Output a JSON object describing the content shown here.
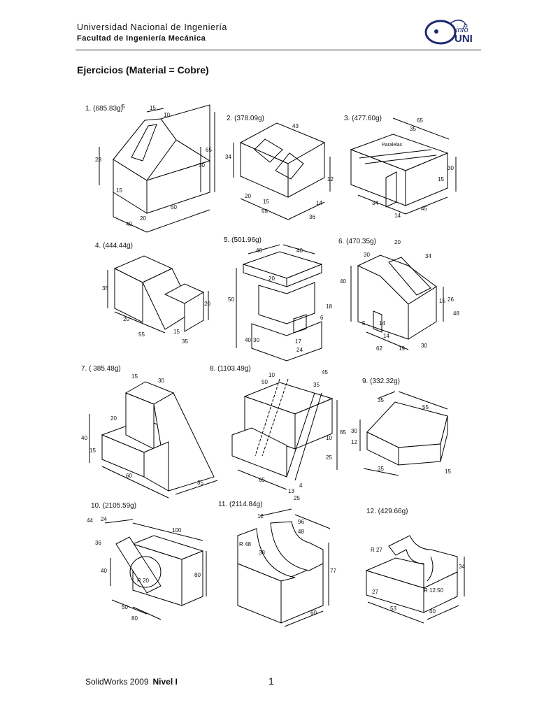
{
  "header": {
    "university": "Universidad Nacional de Ingeniería",
    "faculty": "Facultad de Ingeniería Mecánica",
    "logo_small": "info",
    "logo_big": "UNI",
    "colors": {
      "logo_navy": "#1c2a6e"
    }
  },
  "title": "Ejercicios (Material = Cobre)",
  "exercises": [
    {
      "label": "1. (685.83g)",
      "dims": [
        "5",
        "15",
        "10",
        "65",
        "28",
        "30",
        "15",
        "50",
        "20",
        "40"
      ]
    },
    {
      "label": "2. (378.09g)",
      "dims": [
        "43",
        "34",
        "12",
        "20",
        "15",
        "55",
        "36",
        "14"
      ]
    },
    {
      "label": "3. (477.60g)",
      "dims": [
        "65",
        "35",
        "30",
        "15",
        "34",
        "14",
        "45"
      ],
      "note": "Paralelas"
    },
    {
      "label": "4. (444.44g)",
      "dims": [
        "35",
        "20",
        "20",
        "55",
        "15",
        "35"
      ]
    },
    {
      "label": "5. (501.96g)",
      "dims": [
        "40",
        "40",
        "20",
        "50",
        "18",
        "6",
        "40",
        "30",
        "17",
        "24"
      ]
    },
    {
      "label": "6. (470.35g)",
      "dims": [
        "20",
        "30",
        "34",
        "40",
        "15",
        "26",
        "48",
        "5",
        "14",
        "14",
        "19",
        "62",
        "30"
      ]
    },
    {
      "label": "7. ( 385.48g)",
      "dims": [
        "15",
        "30",
        "20",
        "40",
        "15",
        "60",
        "35"
      ]
    },
    {
      "label": "8. (1103.49g)",
      "dims": [
        "10",
        "45",
        "50",
        "35",
        "65",
        "10",
        "25",
        "65",
        "13",
        "4",
        "25"
      ]
    },
    {
      "label": "9. (332.32g)",
      "dims": [
        "35",
        "55",
        "30",
        "12",
        "35",
        "15"
      ]
    },
    {
      "label": "10. (2105.59g)",
      "dims": [
        "44",
        "24",
        "100",
        "36",
        "40",
        "R 20",
        "80",
        "50",
        "80"
      ]
    },
    {
      "label": "11. (2114.84g)",
      "dims": [
        "12",
        "96",
        "48",
        "R 48",
        "38",
        "77",
        "60"
      ]
    },
    {
      "label": "12. (429.66g)",
      "dims": [
        "R 27",
        "34",
        "27",
        "R 12.50",
        "53",
        "40"
      ]
    }
  ],
  "footer": {
    "software": "SolidWorks  2009",
    "level": "Nivel I",
    "page": "1"
  }
}
